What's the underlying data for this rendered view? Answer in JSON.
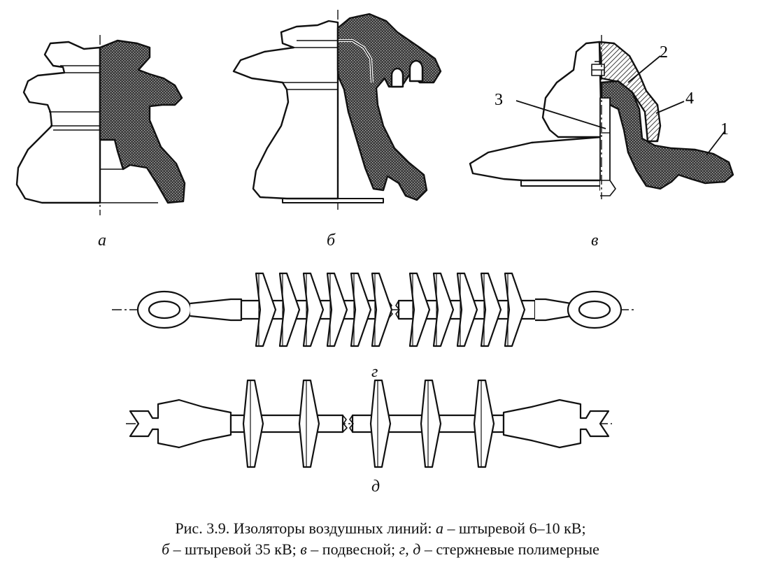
{
  "figure": {
    "labels": {
      "a": "а",
      "b": "б",
      "v": "в",
      "g": "г",
      "d": "д"
    },
    "callouts": {
      "c1": "1",
      "c2": "2",
      "c3": "3",
      "c4": "4"
    }
  },
  "caption": {
    "line1": [
      {
        "t": "Рис. 3.9. Изоляторы воздушных линий: ",
        "i": false
      },
      {
        "t": "а",
        "i": true
      },
      {
        "t": " – штыревой 6–10 кВ;",
        "i": false
      }
    ],
    "line2": [
      {
        "t": "б",
        "i": true
      },
      {
        "t": " – штыревой 35 кВ; ",
        "i": false
      },
      {
        "t": "в",
        "i": true
      },
      {
        "t": " – подвесной; ",
        "i": false
      },
      {
        "t": "г",
        "i": true
      },
      {
        "t": ", ",
        "i": false
      },
      {
        "t": "д",
        "i": true
      },
      {
        "t": " – стержневые полимерные",
        "i": false
      }
    ]
  }
}
